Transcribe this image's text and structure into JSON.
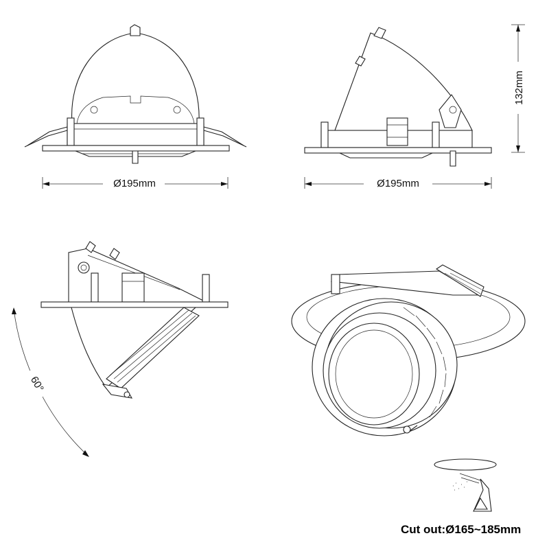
{
  "dimensions": {
    "front_width": "Ø195mm",
    "side_width": "Ø195mm",
    "height": "132mm",
    "tilt_angle": "60°"
  },
  "cutout": {
    "label": "Cut out:Ø165~185mm"
  }
}
